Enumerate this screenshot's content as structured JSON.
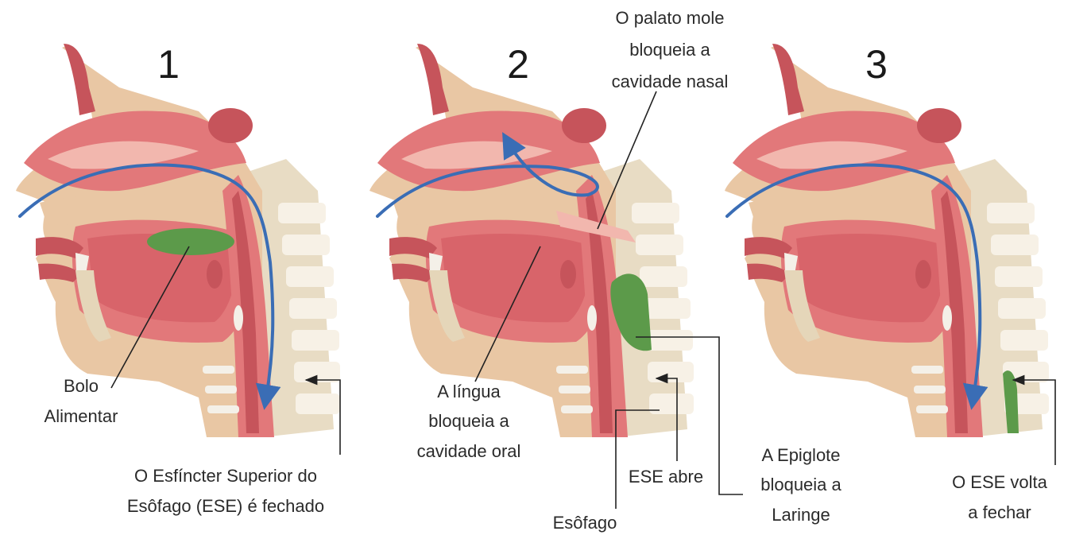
{
  "panels": [
    {
      "number": "1"
    },
    {
      "number": "2"
    },
    {
      "number": "3"
    }
  ],
  "labels": {
    "bolo_line1": "Bolo",
    "bolo_line2": "Alimentar",
    "ese_fechado_line1": "O Esfíncter Superior do",
    "ese_fechado_line2": "Esôfago (ESE) é fechado",
    "palato_line1": "O palato mole",
    "palato_line2": "bloqueia a",
    "palato_line3": "cavidade nasal",
    "lingua_line1": "A língua",
    "lingua_line2": "bloqueia a",
    "lingua_line3": "cavidade oral",
    "ese_abre": "ESE abre",
    "esofago": "Esôfago",
    "epiglote_line1": "A Epiglote",
    "epiglote_line2": "bloqueia a",
    "epiglote_line3": "Laringe",
    "ese_volta_line1": "O ESE volta",
    "ese_volta_line2": "a fechar"
  },
  "colors": {
    "skin": "#e9c7a4",
    "bone": "#e5d6b9",
    "tissue": "#e2787a",
    "tissue_dark": "#c6545b",
    "cavity": "#f2b7ae",
    "bolus": "#5c9a4a",
    "flow": "#3a6db5",
    "spine": "#ddd2bd"
  }
}
